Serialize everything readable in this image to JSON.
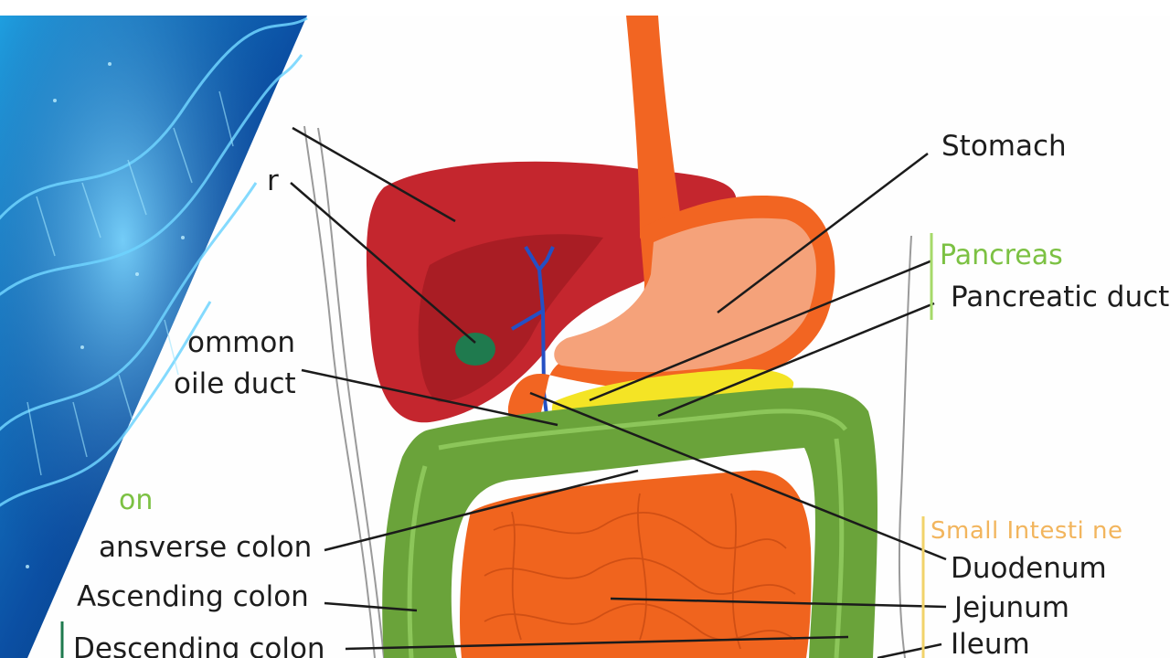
{
  "labels": {
    "stomach": "Stomach",
    "pancreas": "Pancreas",
    "pancreatic_duct": "Pancreatic duct",
    "common": "ommon",
    "bile_duct": "oile duct",
    "liver_partial": "r",
    "colon_partial": "on",
    "transverse_colon": "ansverse colon",
    "ascending_colon": "Ascending colon",
    "descending_colon": "Descending colon",
    "small_intestine": "Small Intesti ne",
    "duodenum": "Duodenum",
    "jejunum": "Jejunum",
    "ileum": "Ileum"
  },
  "colors": {
    "liver": "#c4262e",
    "stomach": "#f26522",
    "pancreas": "#f4e425",
    "colon": "#6aa33a",
    "small_intestine": "#f0641e",
    "pancreas_label": "#7cc143",
    "small_intestine_label": "#f2b55d",
    "dna_bg": "#0a3f8c"
  }
}
